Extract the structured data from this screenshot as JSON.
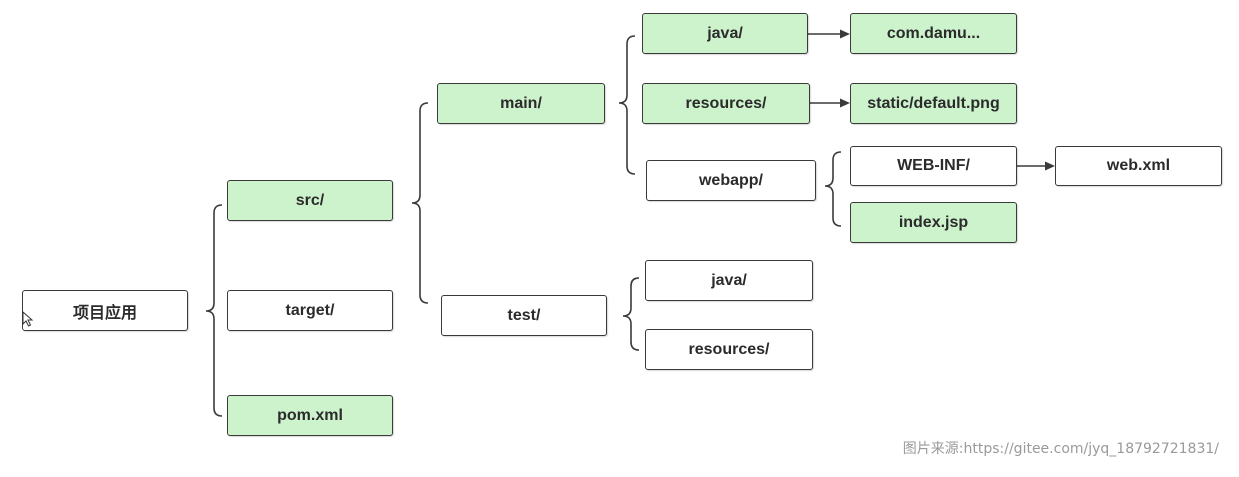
{
  "colors": {
    "highlight_fill": "#cdf3cd",
    "plain_fill": "#ffffff",
    "border": "#3a3a3a",
    "line": "#3a3a3a",
    "caption_text": "#9a9a9a"
  },
  "nodes": {
    "root": {
      "label": "项目应用",
      "highlighted": false
    },
    "src": {
      "label": "src/",
      "highlighted": true
    },
    "target": {
      "label": "target/",
      "highlighted": false
    },
    "pom": {
      "label": "pom.xml",
      "highlighted": true
    },
    "main": {
      "label": "main/",
      "highlighted": true
    },
    "test": {
      "label": "test/",
      "highlighted": false
    },
    "main_java": {
      "label": "java/",
      "highlighted": true
    },
    "main_resources": {
      "label": "resources/",
      "highlighted": true
    },
    "webapp": {
      "label": "webapp/",
      "highlighted": false
    },
    "com_damu": {
      "label": "com.damu...",
      "highlighted": true
    },
    "static_png": {
      "label": "static/default.png",
      "highlighted": true
    },
    "webinf": {
      "label": "WEB-INF/",
      "highlighted": false
    },
    "index_jsp": {
      "label": "index.jsp",
      "highlighted": true
    },
    "web_xml": {
      "label": "web.xml",
      "highlighted": false
    },
    "test_java": {
      "label": "java/",
      "highlighted": false
    },
    "test_resources": {
      "label": "resources/",
      "highlighted": false
    }
  },
  "caption": "图片来源:https://gitee.com/jyq_18792721831/",
  "cursor_icon": "mouse-pointer-icon"
}
